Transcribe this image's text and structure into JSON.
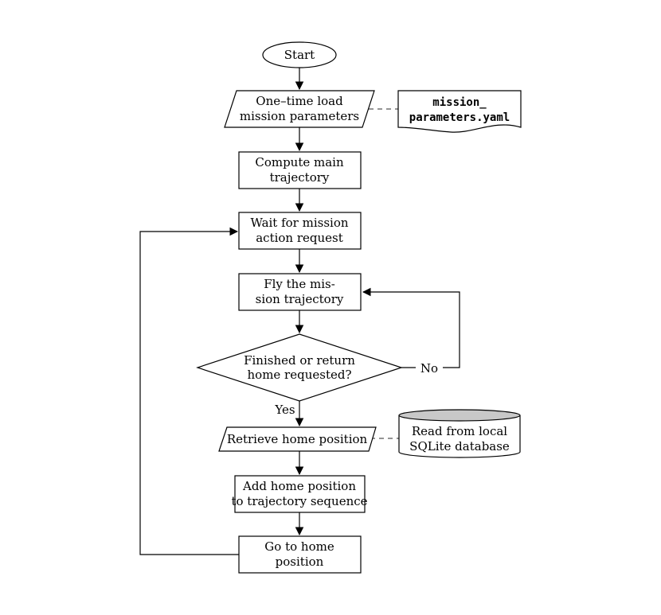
{
  "nodes": {
    "start": "Start",
    "load_params": [
      "One–time load",
      "mission parameters"
    ],
    "param_file": [
      "mission_",
      "parameters.yaml"
    ],
    "compute": [
      "Compute main",
      "trajectory"
    ],
    "wait": [
      "Wait for mission",
      "action request"
    ],
    "fly": [
      "Fly the mis-",
      "sion trajectory"
    ],
    "decision": [
      "Finished or return",
      "home requested?"
    ],
    "retrieve": "Retrieve home position",
    "database": [
      "Read from local",
      "SQLite database"
    ],
    "add_home": [
      "Add home position",
      "to trajectory sequence"
    ],
    "go_home": [
      "Go to home",
      "position"
    ]
  },
  "edge_labels": {
    "no": "No",
    "yes": "Yes"
  },
  "colors": {
    "db_top_fill": "#c8c8c8"
  }
}
